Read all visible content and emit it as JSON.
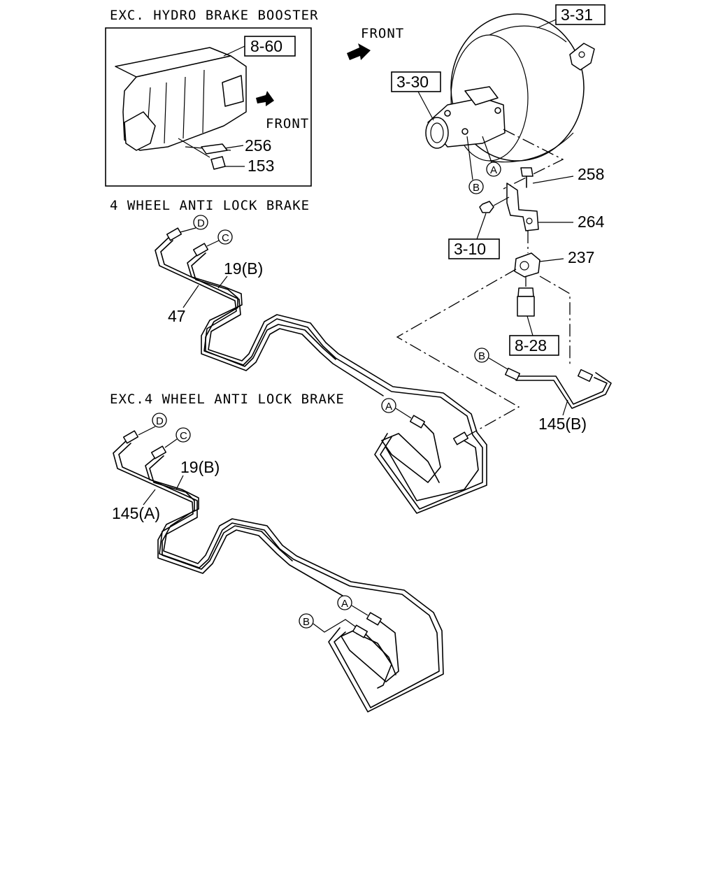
{
  "sections": {
    "hydro_title": "EXC. HYDRO BRAKE BOOSTER",
    "abs_title": "4 WHEEL ANTI LOCK BRAKE",
    "exc_abs_title": "EXC.4 WHEEL ANTI LOCK BRAKE"
  },
  "directions": {
    "front_top": "FRONT",
    "front_inset": "FRONT"
  },
  "refs": {
    "r_8_60": "8-60",
    "r_3_31": "3-31",
    "r_3_30": "3-30",
    "r_3_10": "3-10",
    "r_8_28": "8-28"
  },
  "parts": {
    "p256": "256",
    "p153": "153",
    "p258": "258",
    "p264": "264",
    "p237": "237",
    "p145b_top": "145(B)",
    "p19b_abs": "19(B)",
    "p47": "47",
    "p19b_exc": "19(B)",
    "p145a": "145(A)"
  },
  "connectors": {
    "A": "A",
    "B": "B",
    "C": "C",
    "D": "D"
  }
}
